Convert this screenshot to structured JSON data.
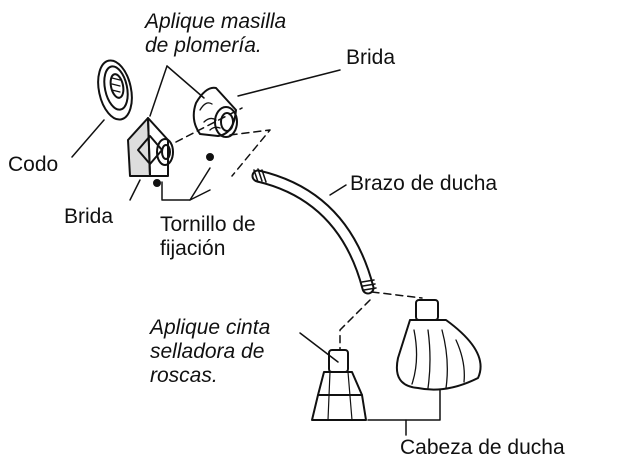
{
  "labels": {
    "aplique_masilla": "Aplique masilla\nde plomería.",
    "brida_top": "Brida",
    "codo": "Codo",
    "brida_bottom": "Brida",
    "tornillo": "Tornillo de\nfijación",
    "brazo": "Brazo de ducha",
    "aplique_cinta": "Aplique cinta\nselladora de\nroscas.",
    "cabeza": "Cabeza de ducha"
  }
}
